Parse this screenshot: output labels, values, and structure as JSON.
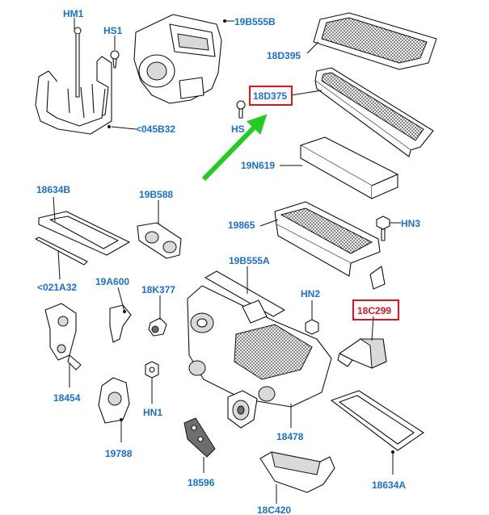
{
  "labels": {
    "hm1": "HM1",
    "hs1": "HS1",
    "p19b555b": "19B555B",
    "p18d395": "18D395",
    "p18d375": "18D375",
    "hs_partial": "HS",
    "p045b32": "<045B32",
    "p19n619": "19N619",
    "p18634b": "18634B",
    "p19b588": "19B588",
    "p19865": "19865",
    "hn3": "HN3",
    "p021a32": "<021A32",
    "p19a600": "19A600",
    "p18k377": "18K377",
    "p19b555a": "19B555A",
    "hn2": "HN2",
    "p18c299": "18C299",
    "p18454": "18454",
    "hn1": "HN1",
    "p18478": "18478",
    "p19788": "19788",
    "p18596": "18596",
    "p18634a": "18634A",
    "p18c420": "18C420"
  },
  "colors": {
    "label_blue": "#1a6fd1",
    "highlight_red": "#e1141b",
    "arrow_green": "#22cc22",
    "line_black": "#111111"
  },
  "highlighted_parts": [
    "18D375",
    "18C299"
  ]
}
